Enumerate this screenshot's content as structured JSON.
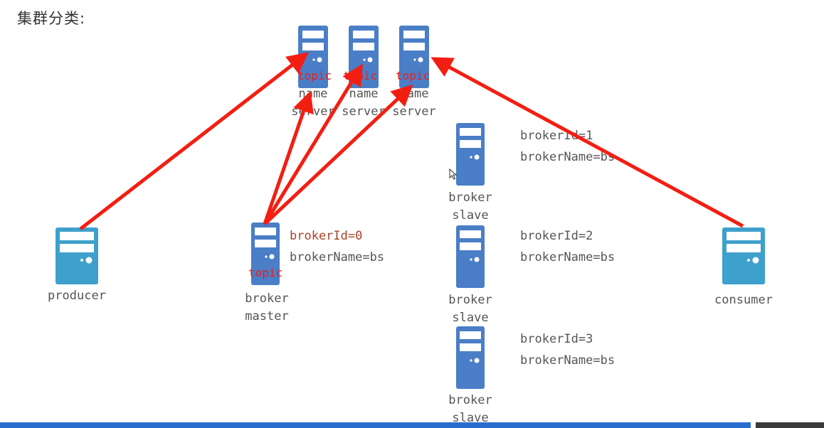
{
  "title": "集群分类:",
  "colors": {
    "server_blue": "#4a7ec6",
    "client_teal": "#3ea0cc",
    "arrow_red": "#f31e12"
  },
  "name_servers": [
    {
      "topic": "topic",
      "label_line1": "name",
      "label_line2": "server"
    },
    {
      "topic": "topic",
      "label_line1": "name",
      "label_line2": "server"
    },
    {
      "topic": "topic",
      "label_line1": "name",
      "label_line2": "server"
    }
  ],
  "producer": {
    "label": "producer"
  },
  "consumer": {
    "label": "consumer"
  },
  "master": {
    "topic": "topic",
    "label_line1": "broker",
    "label_line2": "master",
    "broker_id": "brokerId=0",
    "broker_name": "brokerName=bs"
  },
  "slaves": [
    {
      "label_line1": "broker",
      "label_line2": "slave",
      "broker_id": "brokerId=1",
      "broker_name": "brokerName=bs"
    },
    {
      "label_line1": "broker",
      "label_line2": "slave",
      "broker_id": "brokerId=2",
      "broker_name": "brokerName=bs"
    },
    {
      "label_line1": "broker",
      "label_line2": "slave",
      "broker_id": "brokerId=3",
      "broker_name": "brokerName=bs"
    }
  ]
}
